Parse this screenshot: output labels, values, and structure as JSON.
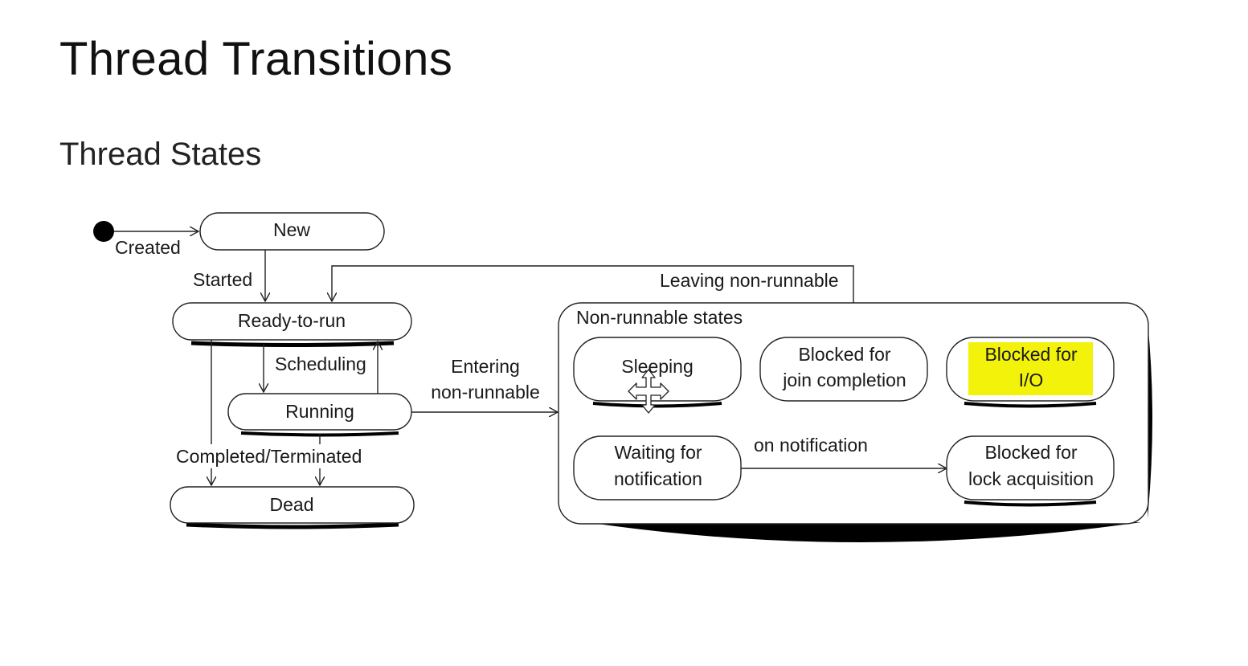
{
  "slide": {
    "title": "Thread Transitions",
    "subtitle": "Thread States"
  },
  "diagram": {
    "states": {
      "new": "New",
      "ready": "Ready-to-run",
      "running": "Running",
      "dead": "Dead",
      "sleeping": "Sleeping",
      "blocked_join": [
        "Blocked for",
        "join completion"
      ],
      "blocked_io": [
        "Blocked for",
        "I/O"
      ],
      "waiting": [
        "Waiting for",
        "notification"
      ],
      "blocked_lock": [
        "Blocked for",
        "lock acquisition"
      ]
    },
    "group_title": "Non-runnable states",
    "transitions": {
      "created": "Created",
      "started": "Started",
      "scheduling": "Scheduling",
      "completed": "Completed/Terminated",
      "entering": [
        "Entering",
        "non-runnable"
      ],
      "leaving": "Leaving non-runnable",
      "on_notification": "on notification"
    },
    "highlight_color": "#f2f20a",
    "highlighted_state": "blocked_io",
    "cursor_icon": "move-cursor-icon"
  }
}
